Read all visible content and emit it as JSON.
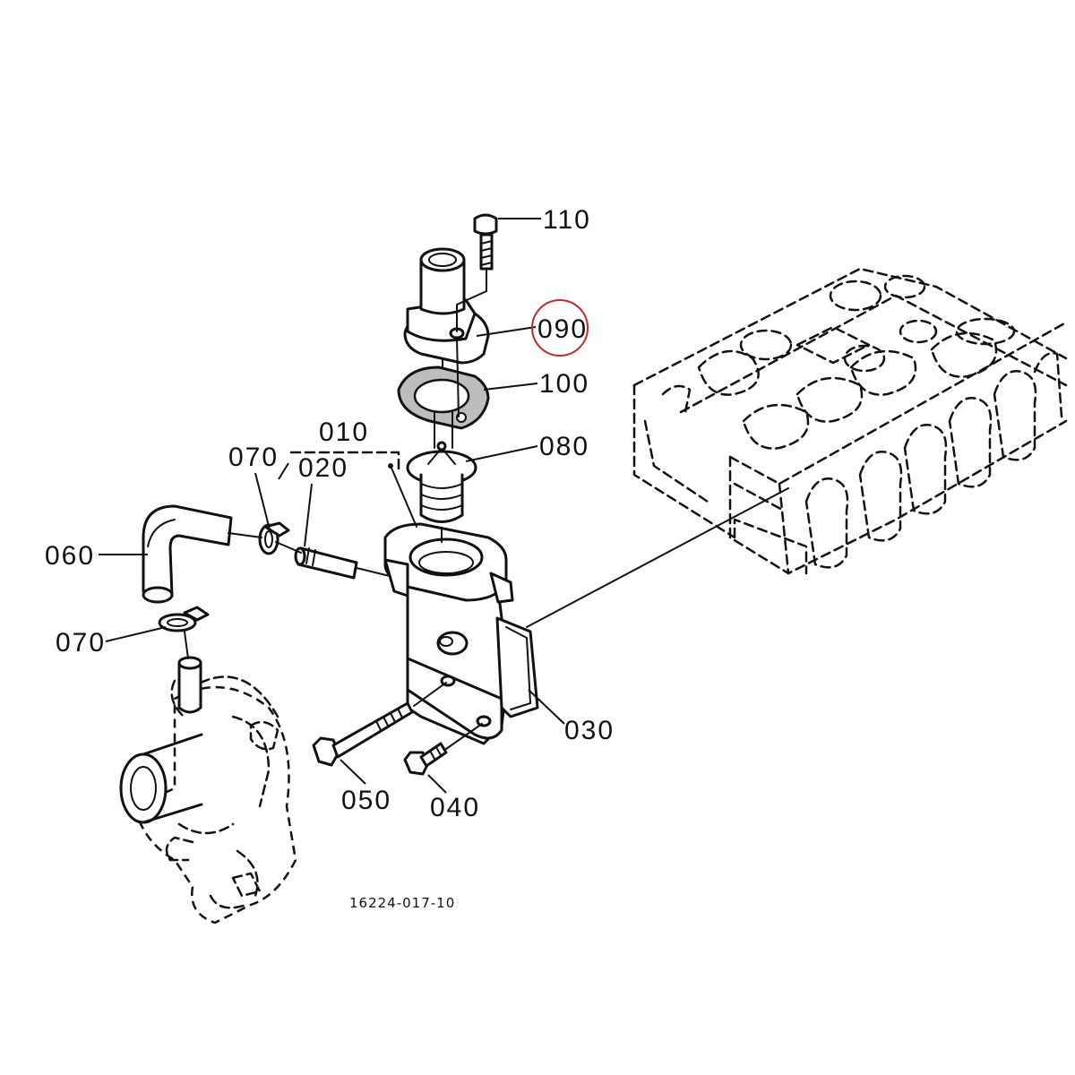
{
  "diagram": {
    "reference_number": "16224-017-10",
    "highlighted_part": "090",
    "highlight_color": "#c0282d",
    "callouts": [
      {
        "part": "110"
      },
      {
        "part": "090"
      },
      {
        "part": "100"
      },
      {
        "part": "080"
      },
      {
        "part": "010"
      },
      {
        "part": "070"
      },
      {
        "part": "020"
      },
      {
        "part": "060"
      },
      {
        "part": "070"
      },
      {
        "part": "030"
      },
      {
        "part": "050"
      },
      {
        "part": "040"
      }
    ]
  }
}
